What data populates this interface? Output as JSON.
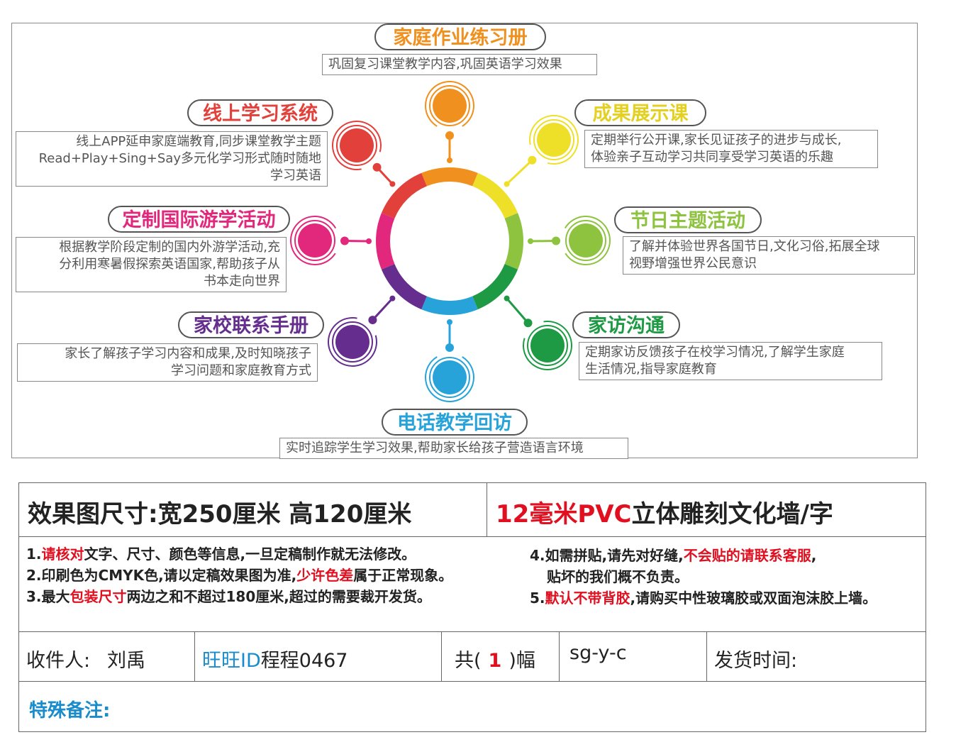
{
  "diagram": {
    "items": [
      {
        "title": "家庭作业练习册",
        "color": "#F0901E",
        "desc": [
          "巩固复习课堂教学内容,巩固英语学习效果"
        ]
      },
      {
        "title": "成果展示课",
        "color": "#EEE029",
        "desc": [
          "定期举行公开课,家长见证孩子的进步与成长,",
          "体验亲子互动学习共同享受学习英语的乐趣"
        ]
      },
      {
        "title": "节日主题活动",
        "color": "#8DC33F",
        "desc": [
          "了解并体验世界各国节日,文化习俗,拓展全球",
          "视野增强世界公民意识"
        ]
      },
      {
        "title": "家访沟通",
        "color": "#1E9A44",
        "desc": [
          "定期家访反馈孩子在校学习情况,了解学生家庭",
          "生活情况,指导家庭教育"
        ]
      },
      {
        "title": "电话教学回访",
        "color": "#27A3DA",
        "desc": [
          "实时追踪学生学习效果,帮助家长给孩子营造语言环境"
        ]
      },
      {
        "title": "家校联系手册",
        "color": "#642D8E",
        "desc": [
          "家长了解孩子学习内容和成果,及时知晓孩子",
          "学习问题和家庭教育方式"
        ]
      },
      {
        "title": "定制国际游学活动",
        "color": "#E2287C",
        "desc": [
          "根据教学阶段定制的国内外游学活动,充",
          "分利用寒暑假探索英语国家,帮助孩子从",
          "书本走向世界"
        ]
      },
      {
        "title": "线上学习系统",
        "color": "#E2403A",
        "desc": [
          "线上APP延申家庭端教育,同步课堂教学主题",
          "Read+Play+Sing+Say多元化学习形式随时随地",
          "学习英语"
        ]
      }
    ]
  },
  "order": {
    "size_label": "效果图尺寸:宽250厘米  高120厘米",
    "product_label": "12毫米PVC立体雕刻文化墙/字",
    "notes": {
      "n1_a": "1.",
      "n1_red": "请核对",
      "n1_b": "文字、尺寸、颜色等信息,一旦定稿制作就无法修改。",
      "n2_a": "2.印刷色为CMYK色,请以定稿效果图为准,",
      "n2_red": "少许色差",
      "n2_b": "属于正常现象。",
      "n3_a": "3.最大",
      "n3_red": "包装尺寸",
      "n3_b": "两边之和不超过180厘米,超过的需要裁开发货。",
      "n4_a": "4.如需拼贴,请先对好缝,",
      "n4_red": "不会贴的请联系客服",
      "n4_b": ",",
      "n4_c": "贴坏的我们概不负责。",
      "n5_a": "5.",
      "n5_red": "默认不带背胶",
      "n5_b": ",请购买中性玻璃胶或双面泡沫胶上墙。"
    },
    "recipient_label": "收件人:",
    "recipient_value": "刘禹",
    "wangwang_label": "旺旺ID",
    "wangwang_value": "程程0467",
    "count_prefix": "共(",
    "count_value": "1",
    "count_suffix": ")幅",
    "code": "sg-y-c",
    "ship_label": "发货时间:",
    "special_label": "特殊备注:"
  }
}
